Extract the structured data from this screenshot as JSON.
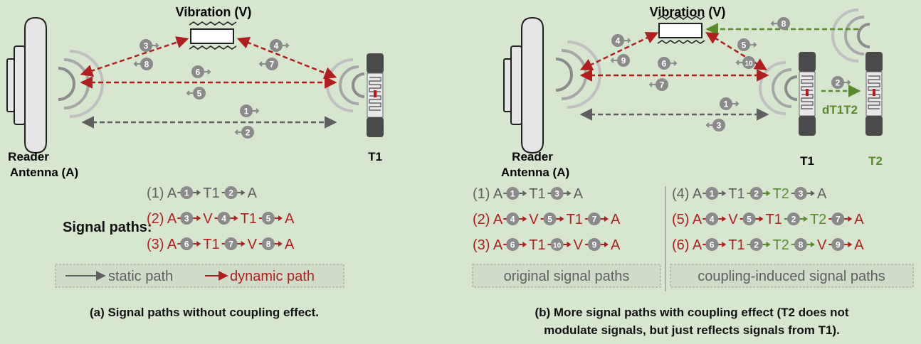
{
  "colors": {
    "background": "#d7e6cf",
    "static": "#5f5f5f",
    "dynamic": "#b01e1e",
    "coupling": "#5a8a2c",
    "badge": "#8a8a8a",
    "tag": "#1a1a1a",
    "caption": "#111111"
  },
  "icons": [
    "reader-antenna-icon",
    "vibration-source-icon",
    "rfid-tag-icon",
    "signal-wave-icon",
    "step-badge-icon"
  ],
  "left": {
    "vibration_label": "Vibration (V)",
    "reader_label_1": "Reader",
    "reader_label_2": "Antenna (A)",
    "tag_label": "T1",
    "badges": [
      "3",
      "8",
      "4",
      "7",
      "6",
      "5",
      "1",
      "2"
    ],
    "signal_paths_label": "Signal paths:",
    "paths": [
      {
        "pre": "(1) A",
        "seq": [
          {
            "b": "1"
          },
          {
            "t": "T1"
          },
          {
            "b": "2"
          },
          {
            "t": "A"
          }
        ]
      },
      {
        "pre": "(2) A",
        "seq": [
          {
            "b": "3"
          },
          {
            "t": "V"
          },
          {
            "b": "4"
          },
          {
            "t": "T1"
          },
          {
            "b": "5"
          },
          {
            "t": "A"
          }
        ]
      },
      {
        "pre": "(3) A",
        "seq": [
          {
            "b": "6"
          },
          {
            "t": "T1"
          },
          {
            "b": "7"
          },
          {
            "t": "V"
          },
          {
            "b": "8"
          },
          {
            "t": "A"
          }
        ]
      }
    ],
    "legend_static": "static path",
    "legend_dynamic": "dynamic path",
    "caption": "(a) Signal paths without coupling effect."
  },
  "right": {
    "vibration_label": "Vibration (V)",
    "reader_label_1": "Reader",
    "reader_label_2": "Antenna (A)",
    "tag1_label": "T1",
    "tag2_label": "T2",
    "distance_label": "dT1T2",
    "badges": [
      "8",
      "4",
      "9",
      "5",
      "10",
      "6",
      "7",
      "2",
      "1",
      "3"
    ],
    "paths_original": [
      {
        "pre": "(1) A",
        "seq": [
          {
            "b": "1"
          },
          {
            "t": "T1"
          },
          {
            "b": "3"
          },
          {
            "t": "A"
          }
        ]
      },
      {
        "pre": "(2) A",
        "seq": [
          {
            "b": "4"
          },
          {
            "t": "V"
          },
          {
            "b": "5"
          },
          {
            "t": "T1"
          },
          {
            "b": "7"
          },
          {
            "t": "A"
          }
        ]
      },
      {
        "pre": "(3) A",
        "seq": [
          {
            "b": "6"
          },
          {
            "t": "T1"
          },
          {
            "b": "10"
          },
          {
            "t": "V"
          },
          {
            "b": "9"
          },
          {
            "t": "A"
          }
        ]
      }
    ],
    "paths_coupling": [
      {
        "pre": "(4) A",
        "seq": [
          {
            "b": "1"
          },
          {
            "t": "T1"
          },
          {
            "b": "2",
            "g": 1
          },
          {
            "t": "T2",
            "g": 1
          },
          {
            "b": "3"
          },
          {
            "t": "A"
          }
        ]
      },
      {
        "pre": "(5) A",
        "seq": [
          {
            "b": "4"
          },
          {
            "t": "V"
          },
          {
            "b": "5"
          },
          {
            "t": "T1"
          },
          {
            "b": "2",
            "g": 1
          },
          {
            "t": "T2",
            "g": 1
          },
          {
            "b": "7"
          },
          {
            "t": "A"
          }
        ]
      },
      {
        "pre": "(6) A",
        "seq": [
          {
            "b": "6"
          },
          {
            "t": "T1"
          },
          {
            "b": "2",
            "g": 1
          },
          {
            "t": "T2",
            "g": 1
          },
          {
            "b": "8",
            "g": 1
          },
          {
            "t": "V"
          },
          {
            "b": "9"
          },
          {
            "t": "A"
          }
        ]
      }
    ],
    "box_original": "original signal paths",
    "box_coupling": "coupling-induced signal paths",
    "caption_1": "(b) More signal paths with coupling effect (T2 does not",
    "caption_2": "modulate signals, but just reflects signals from T1)."
  }
}
